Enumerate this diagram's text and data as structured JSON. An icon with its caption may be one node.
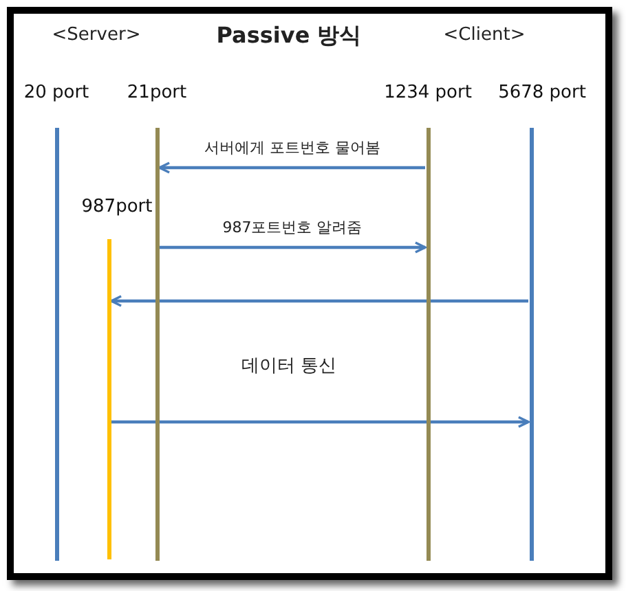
{
  "diagram": {
    "title": "Passive 방식",
    "nodes": [
      {
        "text": [
          "20 port"
        ]
      },
      {
        "text": [
          "21port"
        ]
      },
      {
        "text": [
          "987port"
        ]
      },
      {
        "text": [
          "1234 port"
        ]
      },
      {
        "text": [
          "5678 port"
        ]
      }
    ],
    "edges": [
      {
        "from": 3,
        "to": 1,
        "label": "서버에게 포트번호 물어봄",
        "arrow": "to"
      },
      {
        "from": 1,
        "to": 3,
        "label": "987포트번호 알려줌",
        "arrow": "to"
      },
      {
        "from": 4,
        "to": 2,
        "arrow": "to"
      },
      {
        "from": 2,
        "to": 4,
        "arrow": "to"
      }
    ],
    "labels": [
      "<Server>",
      "<Client>",
      "데이터 통신"
    ]
  }
}
